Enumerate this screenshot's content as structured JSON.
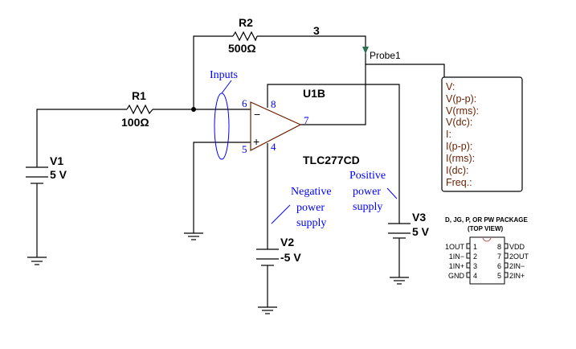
{
  "components": {
    "r1": {
      "name": "R1",
      "value": "100Ω"
    },
    "r2": {
      "name": "R2",
      "value": "500Ω"
    },
    "v1": {
      "name": "V1",
      "value": "5 V"
    },
    "v2": {
      "name": "V2",
      "value": "-5 V"
    },
    "v3": {
      "name": "V3",
      "value": "5 V"
    },
    "u1": {
      "name": "U1B",
      "part": "TLC277CD",
      "minus": "−",
      "plus": "+"
    },
    "net_label": "3",
    "probe": "Probe1"
  },
  "pins": {
    "p6": "6",
    "p5": "5",
    "p8": "8",
    "p4": "4",
    "p7": "7"
  },
  "annotations": {
    "inputs": "Inputs",
    "negative": [
      "Negative",
      "power",
      "supply"
    ],
    "positive": [
      "Positive",
      "power",
      "supply"
    ]
  },
  "measurements": [
    "V:",
    "V(p-p):",
    "V(rms):",
    "V(dc):",
    "I:",
    "I(p-p):",
    "I(rms):",
    "I(dc):",
    "Freq.:"
  ],
  "package": {
    "title": "D, JG, P, OR PW PACKAGE",
    "subtitle": "(TOP VIEW)",
    "left_pins": [
      {
        "name": "1OUT",
        "num": "1"
      },
      {
        "name": "1IN−",
        "num": "2"
      },
      {
        "name": "1IN+",
        "num": "3"
      },
      {
        "name": "GND",
        "num": "4"
      }
    ],
    "right_pins": [
      {
        "num": "8",
        "name": "VDD"
      },
      {
        "num": "7",
        "name": "2OUT"
      },
      {
        "num": "6",
        "name": "2IN−"
      },
      {
        "num": "5",
        "name": "2IN+"
      }
    ]
  },
  "colors": {
    "wire": "#000000",
    "annotation": "#0000ff",
    "opamp": "#6b1f00",
    "probe": "#2f6f4f"
  }
}
